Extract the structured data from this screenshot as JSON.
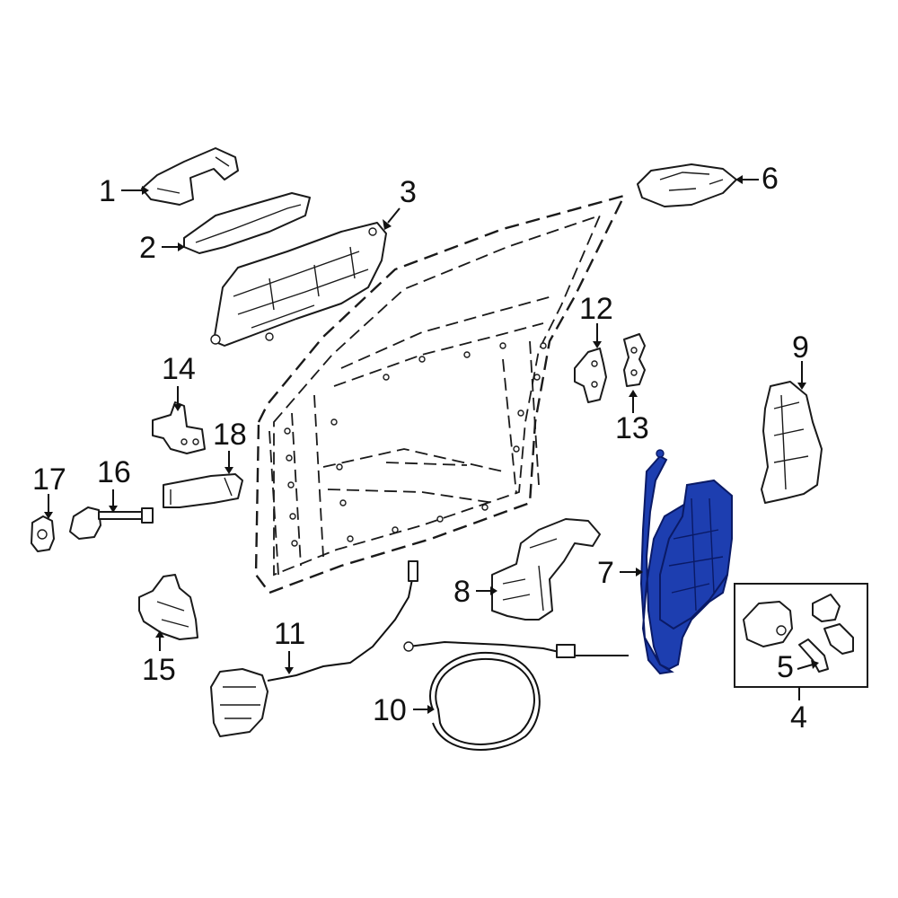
{
  "callouts": {
    "c1": "1",
    "c2": "2",
    "c3": "3",
    "c4": "4",
    "c5": "5",
    "c6": "6",
    "c7": "7",
    "c8": "8",
    "c9": "9",
    "c10": "10",
    "c11": "11",
    "c12": "12",
    "c13": "13",
    "c14": "14",
    "c15": "15",
    "c16": "16",
    "c17": "17",
    "c18": "18"
  },
  "colors": {
    "highlight": "#1d3eb0",
    "line": "#1a1a1a",
    "background": "#ffffff"
  }
}
